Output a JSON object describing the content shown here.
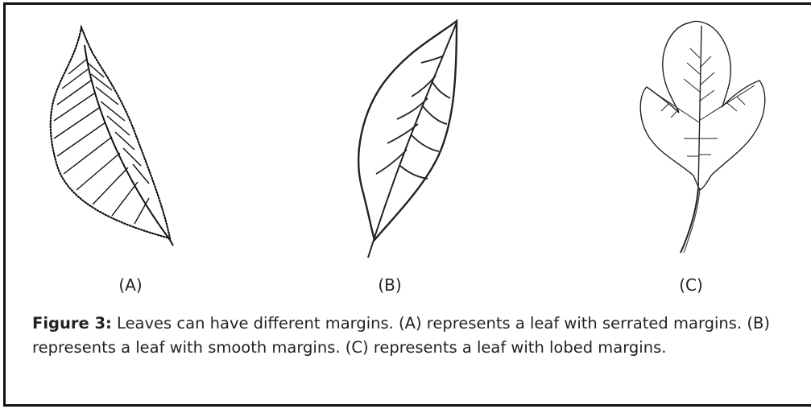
{
  "figure": {
    "labels": {
      "a": "(A)",
      "b": "(B)",
      "c": "(C)"
    },
    "caption": {
      "bold_prefix": "Figure 3:",
      "text": " Leaves can have different margins.  (A) represents a leaf with serrated margins.  (B) represents a leaf with smooth margins.  (C) represents a leaf with lobed margins."
    }
  }
}
